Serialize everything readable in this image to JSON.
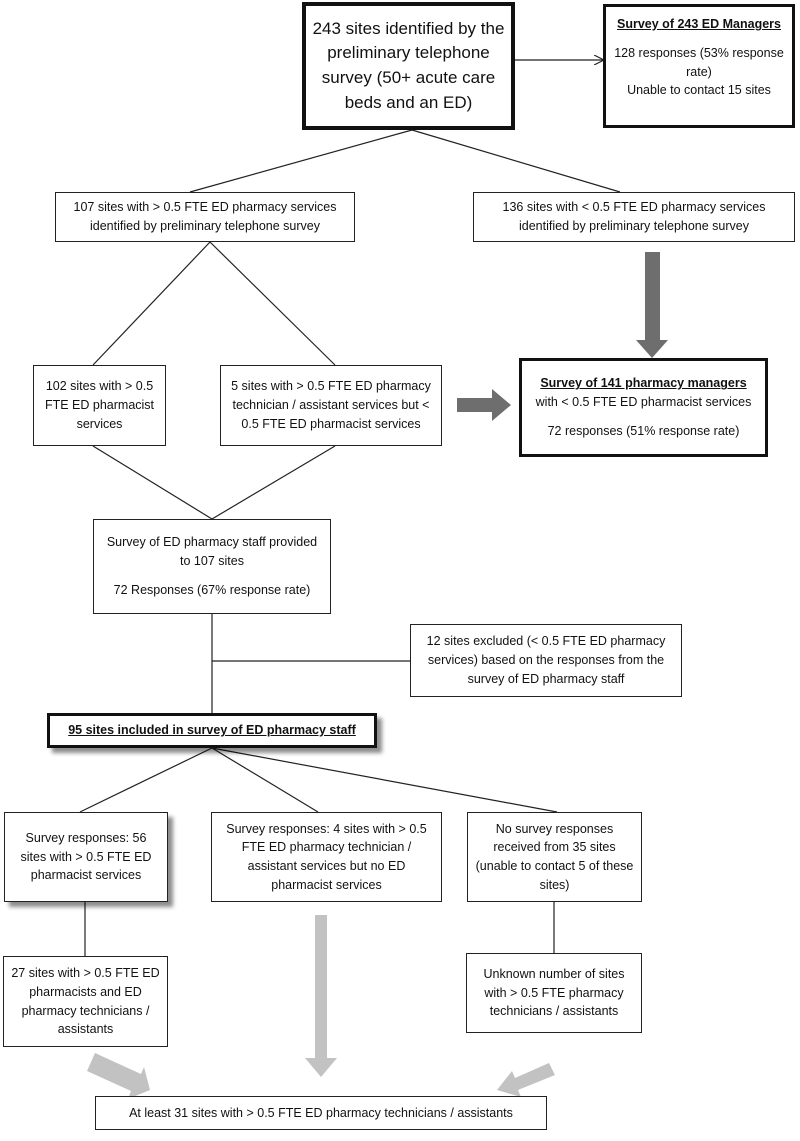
{
  "nodes": {
    "top": "243 sites identified by the preliminary telephone survey (50+ acute care beds and an ED)",
    "ed_managers": {
      "title": "Survey of 243 ED Managers",
      "line1": "128 responses (53% response rate)",
      "line2": "Unable to contact 15 sites"
    },
    "gt_107": "107 sites with > 0.5 FTE ED pharmacy services identified by preliminary telephone survey",
    "lt_136": "136 sites with < 0.5 FTE ED pharmacy services identified by preliminary telephone survey",
    "pharmacist_102": "102 sites with > 0.5 FTE ED pharmacist services",
    "technician_5": "5 sites with > 0.5 FTE ED pharmacy technician / assistant services but < 0.5 FTE ED pharmacist services",
    "pharmacy_managers": {
      "title": "Survey of 141 pharmacy managers",
      "title_rest": " with < 0.5 FTE ED pharmacist services",
      "responses": "72 responses (51% response rate)"
    },
    "staff_survey": {
      "line1": "Survey of ED pharmacy staff provided to 107 sites",
      "line2": "72 Responses (67% response rate)"
    },
    "excluded_12": "12 sites excluded (< 0.5 FTE ED pharmacy services) based on the responses from the survey of ED pharmacy staff",
    "included_95": "95 sites included in survey of ED pharmacy staff",
    "resp_56": "Survey responses:  56 sites with > 0.5 FTE ED pharmacist services",
    "resp_4": "Survey responses: 4 sites with > 0.5 FTE ED pharmacy technician / assistant services but no ED pharmacist services",
    "no_resp_35": "No survey responses received from 35 sites (unable to contact 5 of these sites)",
    "sites_27": "27 sites with > 0.5 FTE ED pharmacists and ED pharmacy technicians / assistants",
    "unknown": "Unknown number of sites with > 0.5 FTE pharmacy technicians / assistants",
    "final_31": "At least 31 sites with > 0.5 FTE ED pharmacy technicians / assistants"
  },
  "colors": {
    "line": "#222222",
    "dark_arrow": "#6e6e6e",
    "light_arrow": "#c2c2c2"
  }
}
